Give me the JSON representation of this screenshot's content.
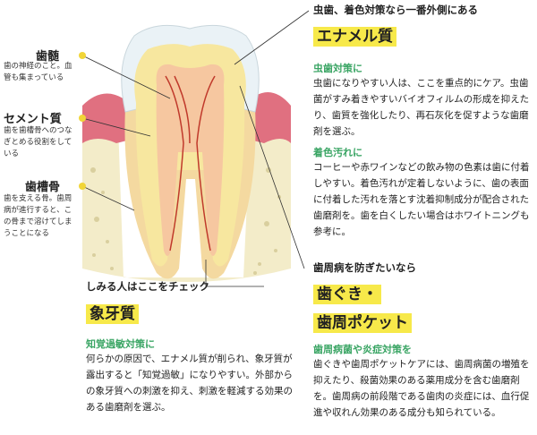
{
  "left_labels": [
    {
      "title": "歯髄",
      "desc": "歯の神経のこと。血管も集まっている"
    },
    {
      "title": "セメント質",
      "desc": "歯を歯槽骨へのつなぎとめる役割をしている"
    },
    {
      "title": "歯槽骨",
      "desc": "歯を支える骨。歯周病が進行すると、この骨まで溶けてしまうことになる"
    }
  ],
  "enamel": {
    "lead": "虫歯、着色対策なら一番外側にある",
    "title": "エナメル質",
    "sub1": "虫歯対策に",
    "text1": "虫歯になりやすい人は、ここを重点的にケア。虫歯菌がすみ着きやすいバイオフィルムの形成を抑えたり、歯質を強化したり、再石灰化を促すような歯磨剤を選ぶ。",
    "sub2": "着色汚れに",
    "text2": "コーヒーや赤ワインなどの飲み物の色素は歯に付着しやすい。着色汚れが定着しないように、歯の表面に付着した汚れを落とす沈着抑制成分が配合された歯磨剤を。歯を白くしたい場合はホワイトニングも参考に。"
  },
  "gum": {
    "lead": "歯周病を防ぎたいなら",
    "title1": "歯ぐき・",
    "title2": "歯周ポケット",
    "sub": "歯周病菌や炎症対策を",
    "text": "歯ぐきや歯周ポケットケアには、歯周病菌の増殖を抑えたり、殺菌効果のある薬用成分を含む歯磨剤を。歯周病の前段階である歯肉の炎症には、血行促進や収れん効果のある成分も知られている。"
  },
  "dentin": {
    "lead": "しみる人はここをチェック",
    "title": "象牙質",
    "sub": "知覚過敏対策に",
    "text": "何らかの原因で、エナメル質が削られ、象牙質が露出すると「知覚過敏」になりやすい。外部からの象牙質への刺激を抑え、刺激を軽減する効果のある歯磨剤を選ぶ。"
  }
}
